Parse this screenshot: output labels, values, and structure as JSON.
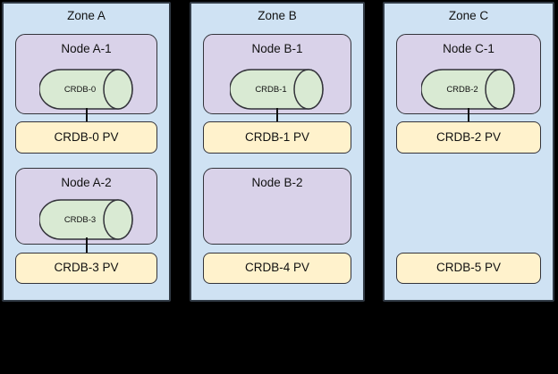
{
  "colors": {
    "background": "#000000",
    "zone_fill": "#cfe2f3",
    "zone_border": "#323b46",
    "node_fill": "#d9d2e9",
    "pod_fill": "#d9ead3",
    "pv_fill": "#fff2cc",
    "shape_border": "#33333a",
    "text": "#111111"
  },
  "zones": [
    {
      "title": "Zone A",
      "node1": {
        "title": "Node A-1",
        "pod": "CRDB-0",
        "connected_to_pv": true
      },
      "pv1": "CRDB-0 PV",
      "node2": {
        "title": "Node A-2",
        "pod": "CRDB-3",
        "connected_to_pv": true
      },
      "pv2": "CRDB-3 PV"
    },
    {
      "title": "Zone B",
      "node1": {
        "title": "Node B-1",
        "pod": "CRDB-1",
        "connected_to_pv": true
      },
      "pv1": "CRDB-1 PV",
      "node2": {
        "title": "Node B-2",
        "pod": null,
        "connected_to_pv": false
      },
      "pv2": "CRDB-4 PV"
    },
    {
      "title": "Zone C",
      "node1": {
        "title": "Node C-1",
        "pod": "CRDB-2",
        "connected_to_pv": true
      },
      "pv1": "CRDB-2 PV",
      "node2": null,
      "pv2": "CRDB-5 PV"
    }
  ]
}
